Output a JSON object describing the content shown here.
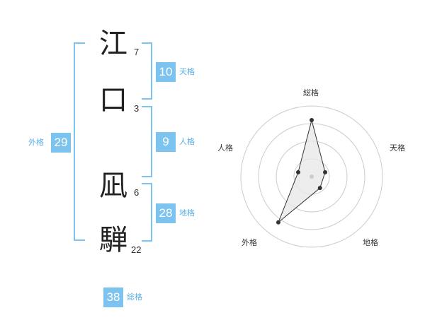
{
  "name": {
    "chars": [
      {
        "char": "江",
        "strokes": "7"
      },
      {
        "char": "口",
        "strokes": "3"
      },
      {
        "char": "凪",
        "strokes": "6"
      },
      {
        "char": "騨",
        "strokes": "22"
      }
    ]
  },
  "fortunes": {
    "tenkaku": {
      "value": "10",
      "label": "天格"
    },
    "jinkaku": {
      "value": "9",
      "label": "人格"
    },
    "chikaku": {
      "value": "28",
      "label": "地格"
    },
    "gaikaku": {
      "value": "29",
      "label": "外格"
    },
    "soukaku": {
      "value": "38",
      "label": "総格"
    }
  },
  "radar": {
    "axes": [
      "総格",
      "天格",
      "地格",
      "外格",
      "人格"
    ],
    "levels": 4,
    "values": [
      4,
      1,
      1,
      4,
      1
    ],
    "max": 5,
    "line_color": "#333333",
    "fill_color": "#e8e8e8",
    "grid_color": "#cccccc"
  },
  "colors": {
    "accent": "#7cc4ef",
    "accent_text": "#5ab0e8"
  }
}
